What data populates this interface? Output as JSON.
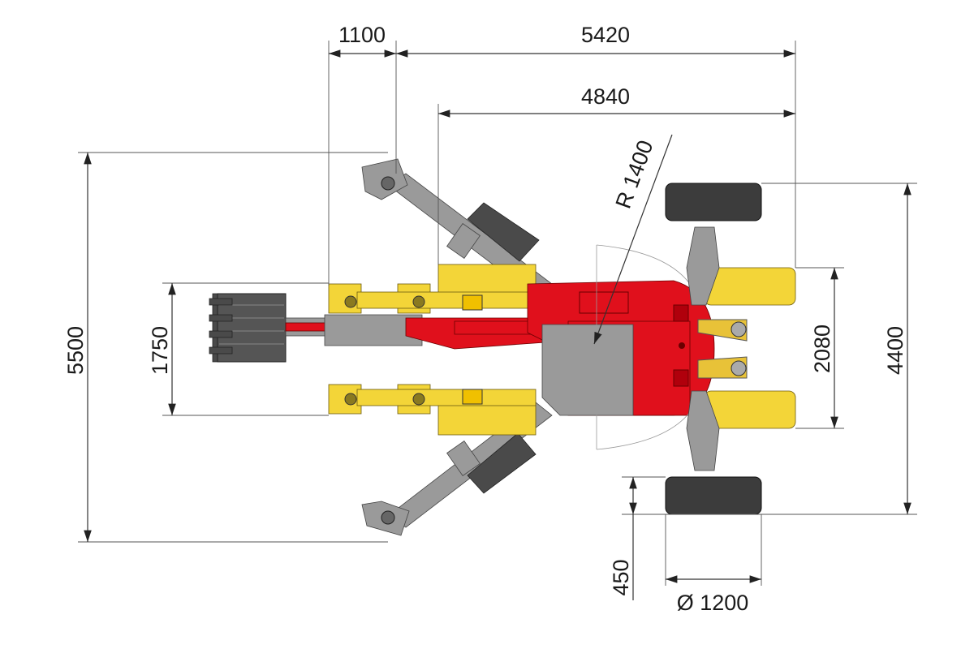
{
  "dimensions": {
    "outrigger_offset": "1100",
    "overall_length": "5420",
    "track_to_wheel_length": "4840",
    "swing_radius": "R 1400",
    "overall_width": "5500",
    "track_width": "1750",
    "wheel_track_inner": "2080",
    "wheel_track_outer": "4400",
    "ground_clearance": "450",
    "wheel_diameter": "Ø 1200"
  },
  "colors": {
    "body_red": "#e0101c",
    "pad_yellow": "#f3d538",
    "arm_grey": "#9a9a9a",
    "counterweight": "#4a4a4a",
    "tyre": "#3c3c3c"
  }
}
